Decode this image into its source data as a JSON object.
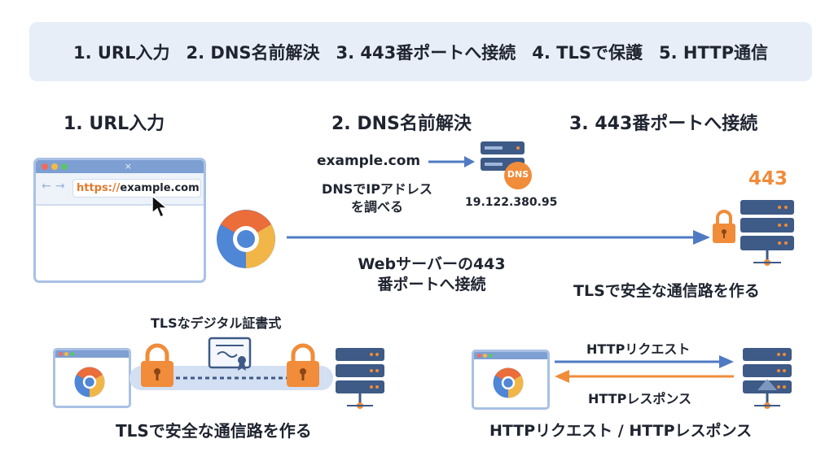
{
  "steps": [
    "1. URL入力",
    "2. DNS名前解決",
    "3. 443番ポートへ接続",
    "4. TLSで保護",
    "5. HTTP通信"
  ],
  "section_titles": {
    "url": "1. URL入力",
    "dns": "2. DNS名前解決",
    "connect": "3. 443番ポートへ接続"
  },
  "browser": {
    "url_scheme": "https://",
    "url_host": "example.com"
  },
  "dns": {
    "domain": "example.com",
    "description_line1": "DNSでIPアドレス",
    "description_line2": "を調べる",
    "badge": "DNS",
    "ip_address": "19.122.380.95"
  },
  "connect": {
    "caption_line1": "Webサーバーの443",
    "caption_line2": "番ポートへ接続",
    "port": "443",
    "tls_caption": "TLSで安全な通信路を作る"
  },
  "tls_panel": {
    "certificate_label": "TLSなデジタル証書式",
    "caption": "TLSで安全な通信路を作る"
  },
  "http_panel": {
    "request_label": "HTTPリクエスト",
    "response_label": "HTTPレスポンス",
    "caption": "HTTPリクエスト / HTTPレスポンス"
  },
  "colors": {
    "browser_frame": "#a9c1e4",
    "browser_title": "#7d9fd2",
    "server": "#3e5a86",
    "accent_orange": "#f08c3a",
    "arrow_blue": "#4f7ac3",
    "bar_bg": "#e7eef8"
  }
}
